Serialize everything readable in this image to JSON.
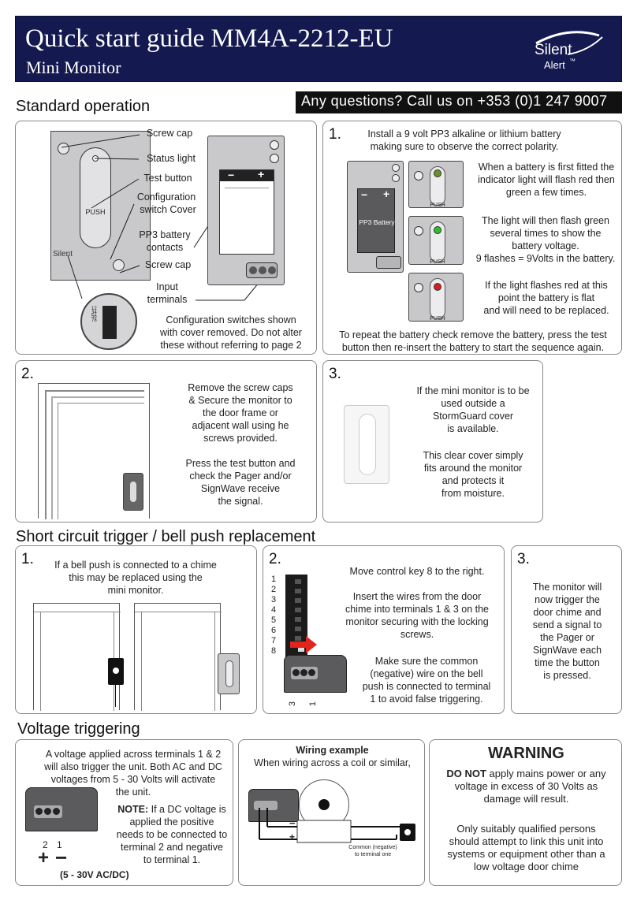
{
  "header": {
    "title": "Quick start guide MM4A-2212-EU",
    "subtitle": "Mini Monitor",
    "logo_word1": "Silent",
    "logo_word2": "Alert",
    "logo_tm": "™"
  },
  "contact": "Any questions? Call us on +353 (0)1 247 9007",
  "standard": {
    "title": "Standard operation",
    "labels": {
      "screw_cap_top": "Screw cap",
      "status_light": "Status light",
      "test_button": "Test button",
      "config_cover_1": "Configuration",
      "config_cover_2": "switch Cover",
      "pp3_1": "PP3 battery",
      "pp3_2": "contacts",
      "screw_cap_bottom": "Screw cap",
      "input_1": "Input",
      "input_2": "terminals",
      "push": "PUSH",
      "device_logo": "Silent",
      "battery_minus": "−",
      "battery_plus": "+",
      "switch_numbers": "12345678"
    },
    "config_note": [
      "Configuration switches shown",
      "with cover removed. Do not alter",
      "these without referring to page 2"
    ],
    "step1": {
      "number": "1.",
      "intro": [
        "Install a 9 volt PP3 alkaline or lithium battery",
        "making sure to observe the correct polarity."
      ],
      "battery_label": "PP3 Battery",
      "push": "PUSH",
      "para1": [
        "When a battery is first fitted the",
        "indicator light will flash red then",
        "green a few times."
      ],
      "para2": [
        "The light will then flash green",
        "several times to show the",
        "battery voltage.",
        "9 flashes = 9Volts in the battery."
      ],
      "para3": [
        "If the light flashes red at this",
        "point the battery is flat",
        "and will need to be replaced."
      ],
      "footer": [
        "To repeat the battery check remove the battery, press the test",
        "button then re-insert the battery to start the sequence again."
      ]
    },
    "step2": {
      "number": "2.",
      "para1": [
        "Remove the screw caps",
        "& Secure the monitor to",
        "the door frame or",
        "adjacent wall using he",
        "screws provided."
      ],
      "para2": [
        "Press the test button and",
        "check the Pager and/or",
        "SignWave receive",
        "the signal."
      ]
    },
    "step3": {
      "number": "3.",
      "para1": [
        "If the mini monitor is to be",
        "used outside a",
        "StormGuard cover",
        "is available."
      ],
      "para2": [
        "This clear cover simply",
        "fits around the monitor",
        "and protects it",
        "from moisture."
      ]
    }
  },
  "short_circuit": {
    "title": "Short circuit trigger / bell push replacement",
    "step1": {
      "number": "1.",
      "text": [
        "If a bell push is connected to a chime",
        "this may be replaced using the",
        "mini monitor."
      ]
    },
    "step2": {
      "number": "2.",
      "switch_numbers": "12345678",
      "para1": "Move control key 8 to the right.",
      "para2": [
        "Insert the wires from the door",
        "chime into terminals 1 & 3 on the",
        "monitor securing with the locking",
        "screws."
      ],
      "para3": [
        "Make sure the common",
        "(negative) wire on the bell",
        "push is connected to terminal",
        "1 to avoid false triggering."
      ],
      "term_3": "3",
      "term_1": "1"
    },
    "step3": {
      "number": "3.",
      "text": [
        "The monitor will",
        "now trigger the",
        "door chime and",
        "send a signal to",
        "the Pager or",
        "SignWave each",
        "time the button",
        "is pressed."
      ]
    }
  },
  "voltage": {
    "title": "Voltage triggering",
    "text": [
      "A voltage applied across terminals 1 & 2",
      "will also trigger the unit. Both AC and DC",
      "voltages from 5 - 30 Volts will activate",
      "the unit."
    ],
    "note_label": "NOTE:",
    "note_rest": "If a DC voltage is",
    "note": [
      "applied the positive",
      "needs to be connected to",
      "terminal 2 and negative",
      "to terminal 1."
    ],
    "term_2": "2",
    "term_1": "1",
    "plus": "+",
    "minus": "−",
    "range": "(5 - 30V AC/DC)",
    "wiring_title": "Wiring example",
    "wiring_sub": "When wiring across a coil or similar,",
    "common_1": "Common (negative)",
    "common_2": "to terminal one",
    "wire_minus": "−",
    "wire_plus": "+",
    "warning_title": "WARNING",
    "warning_bold": "DO NOT",
    "warning_rest": "apply mains power or any",
    "warning_lines": [
      "voltage in excess of 30 Volts as",
      "damage will result."
    ],
    "warning_para2": [
      "Only suitably qualified persons",
      "should attempt to link this unit into",
      "systems or equipment other than a",
      "low voltage door chime"
    ]
  }
}
